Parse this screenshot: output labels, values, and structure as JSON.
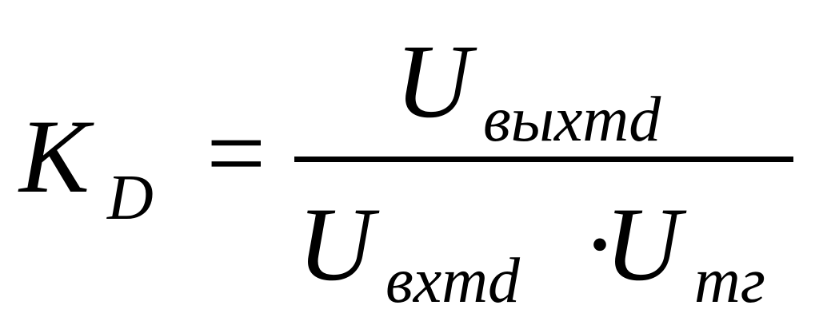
{
  "formula": {
    "lhs_symbol": "K",
    "lhs_subscript": "D",
    "equals": "=",
    "numerator_symbol": "U",
    "numerator_subscript": "выхmd",
    "denominator_first_symbol": "U",
    "denominator_first_subscript": "вхmd",
    "multiply_dot": "·",
    "denominator_second_symbol": "U",
    "denominator_second_subscript": "mг"
  }
}
